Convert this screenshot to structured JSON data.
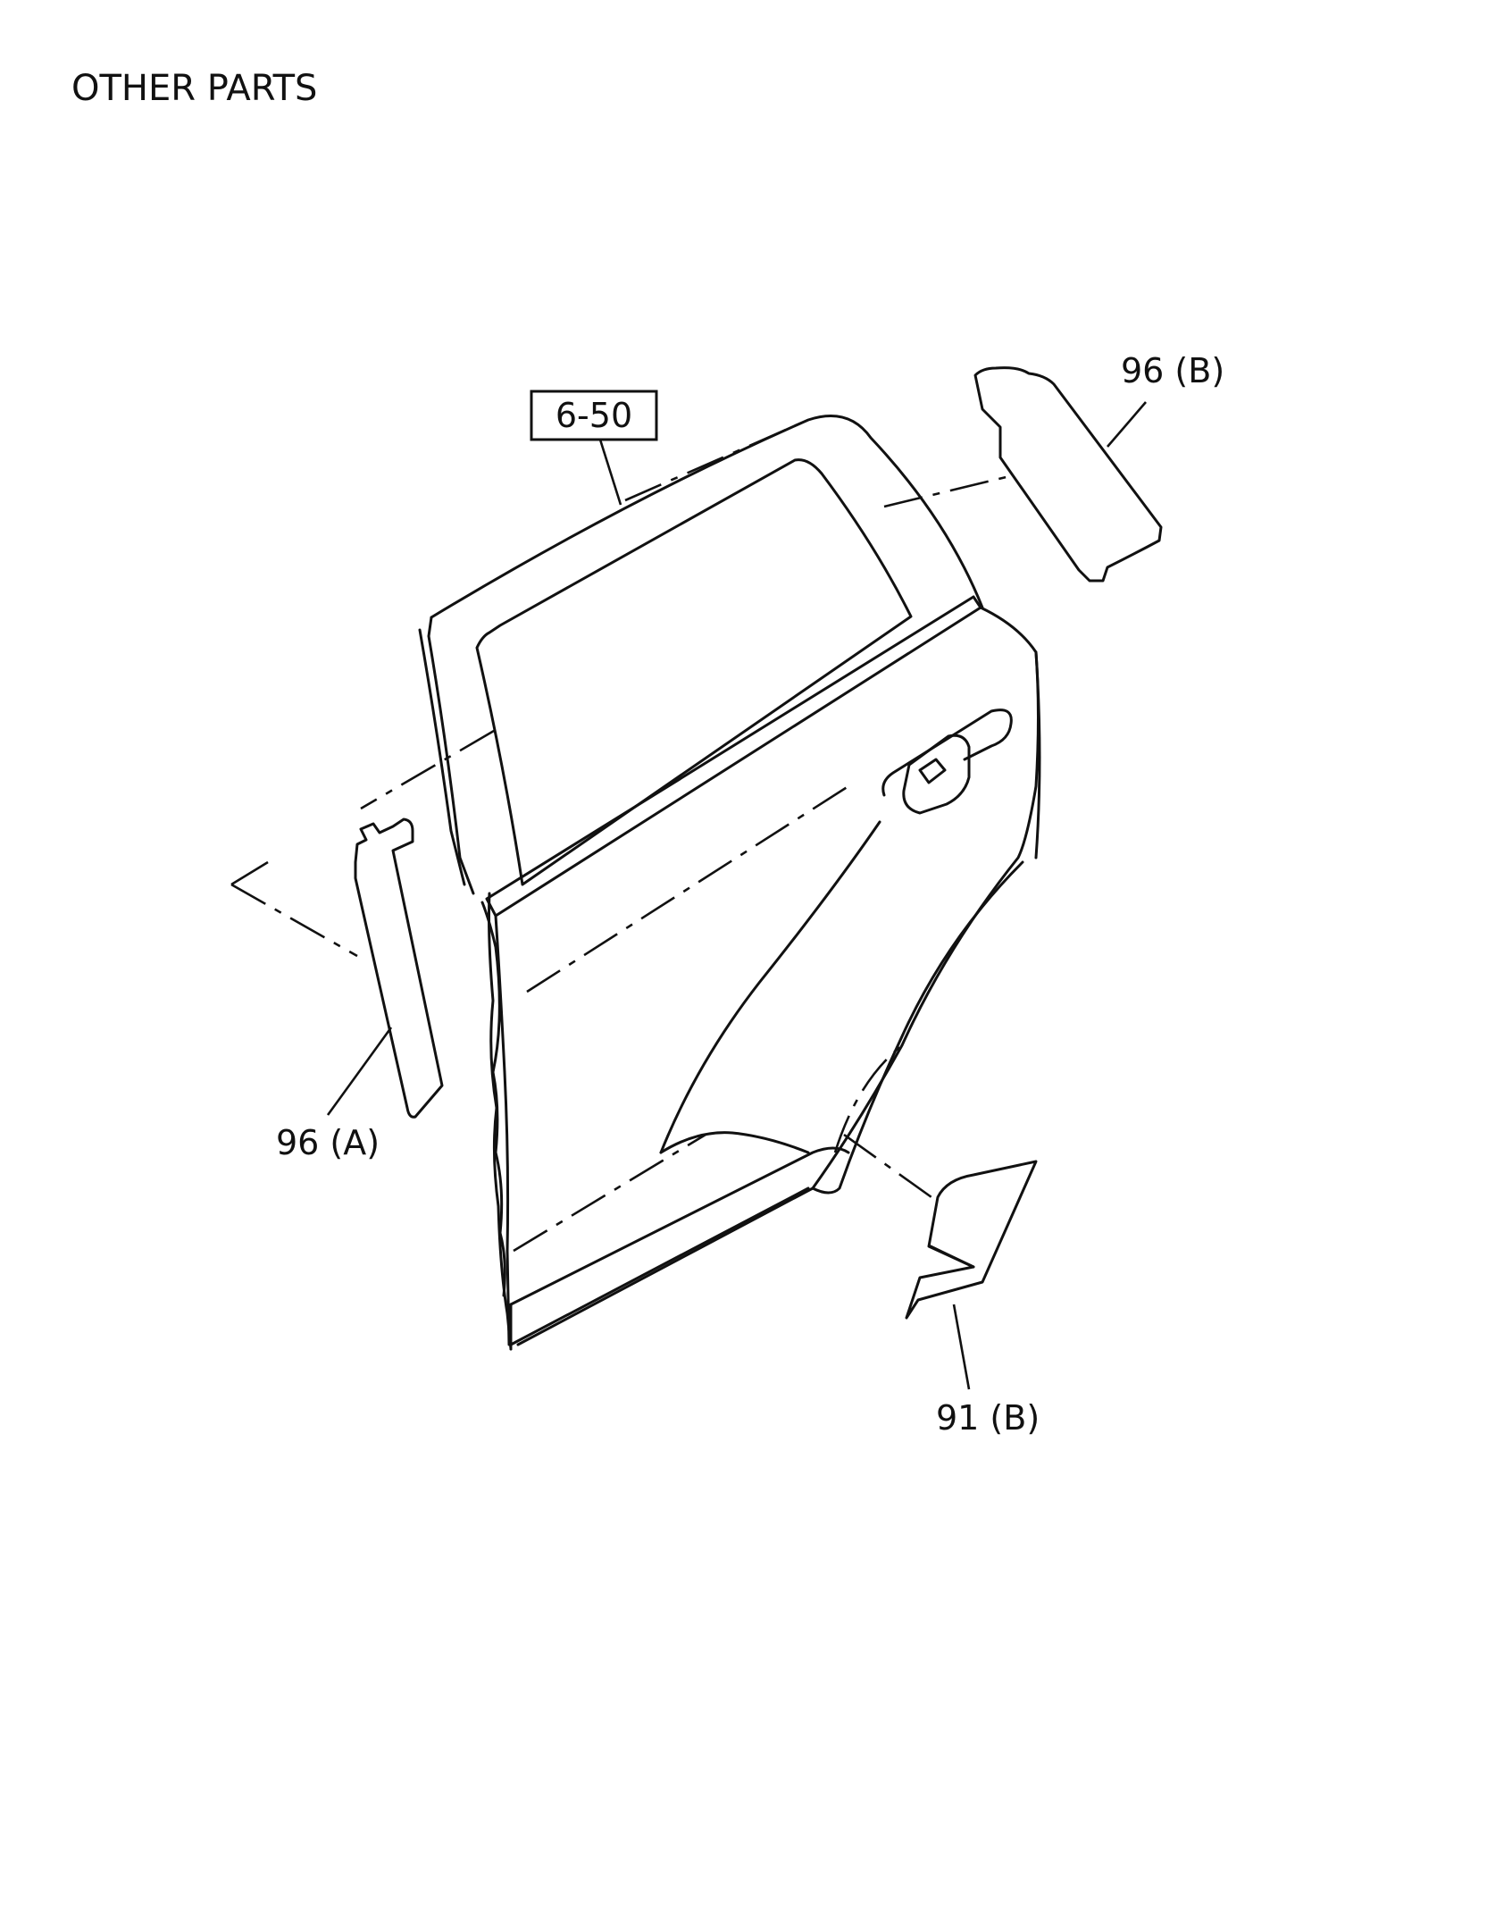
{
  "title": "OTHER PARTS",
  "reference": "6-50",
  "callouts": {
    "molding_front_upper": "96 (A)",
    "molding_rear_upper": "96 (B)",
    "guard_lower": "91 (B)"
  }
}
